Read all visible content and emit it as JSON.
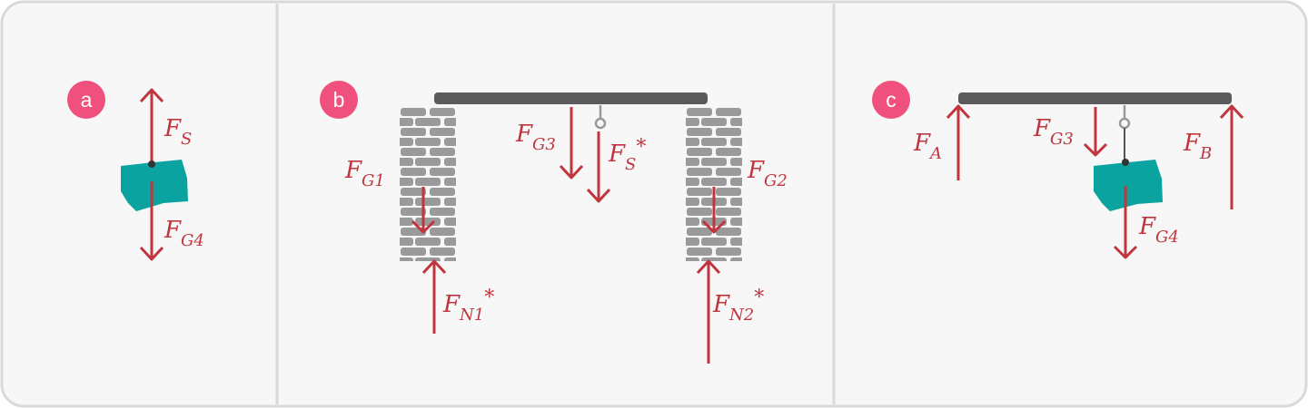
{
  "colors": {
    "background": "#f7f7f7",
    "border": "#d9d9d9",
    "force": "#c0353e",
    "badge": "#f0507e",
    "beam": "#5b5b5b",
    "brick": "#9a9a9a",
    "stone": "#0aa39f"
  },
  "panels": [
    {
      "badge": "a",
      "forces": [
        {
          "base": "F",
          "sub": "S",
          "star": ""
        },
        {
          "base": "F",
          "sub": "G4",
          "star": ""
        }
      ]
    },
    {
      "badge": "b",
      "forces": [
        {
          "base": "F",
          "sub": "G1",
          "star": ""
        },
        {
          "base": "F",
          "sub": "G3",
          "star": ""
        },
        {
          "base": "F",
          "sub": "S",
          "star": "*"
        },
        {
          "base": "F",
          "sub": "G2",
          "star": ""
        },
        {
          "base": "F",
          "sub": "N1",
          "star": "*"
        },
        {
          "base": "F",
          "sub": "N2",
          "star": "*"
        }
      ]
    },
    {
      "badge": "c",
      "forces": [
        {
          "base": "F",
          "sub": "A",
          "star": ""
        },
        {
          "base": "F",
          "sub": "G3",
          "star": ""
        },
        {
          "base": "F",
          "sub": "B",
          "star": ""
        },
        {
          "base": "F",
          "sub": "G4",
          "star": ""
        }
      ]
    }
  ]
}
